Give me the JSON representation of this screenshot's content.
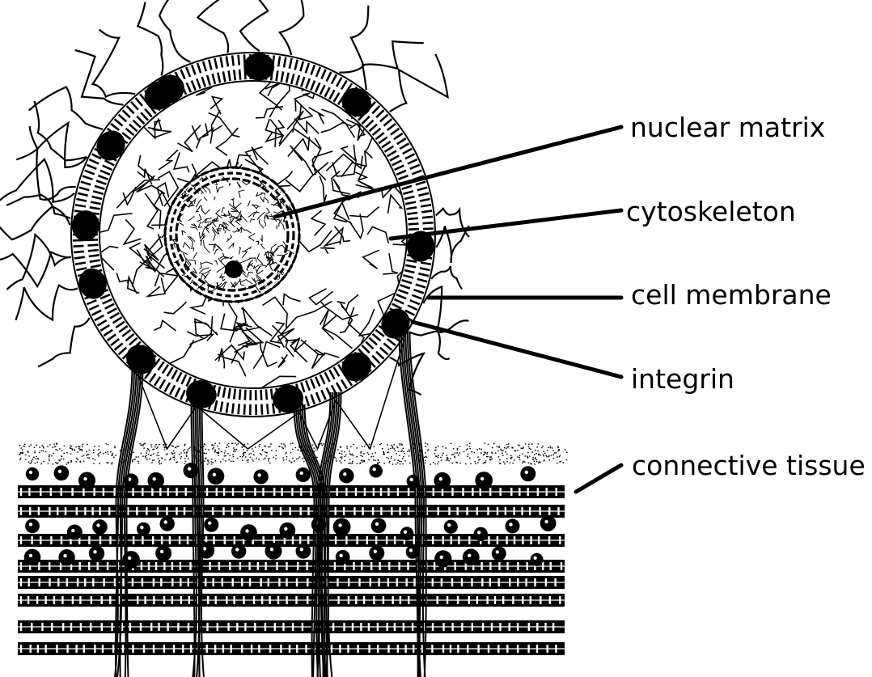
{
  "labels": {
    "nuclear_matrix": "nuclear matrix",
    "cytoskeleton": "cytoskeleton",
    "cell_membrane": "cell membrane",
    "integrin": "integrin",
    "connective_tissue": "connective tissue"
  },
  "colors": {
    "ink": "#000000",
    "background": "#ffffff"
  }
}
